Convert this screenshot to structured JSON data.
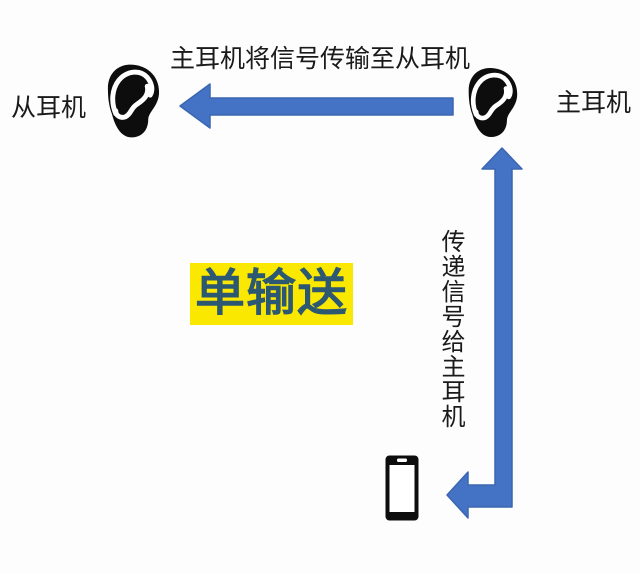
{
  "colors": {
    "background": "#fdfdfd",
    "arrow_fill": "#4472C4",
    "arrow_stroke": "#3B66B0",
    "highlight_yellow": "#FBE800",
    "note_text": "#2C5871",
    "icon_black": "#0D0D0D",
    "label_text": "#1A1A1A"
  },
  "top_flow": {
    "caption": "主耳机将信号传输至从耳机",
    "left_label": "从耳机",
    "right_label": "主耳机"
  },
  "center_note": {
    "text": "单输送"
  },
  "side_flow": {
    "caption": "传递信号给主耳机"
  },
  "icons": {
    "left_ear": "ear-icon",
    "right_ear": "ear-icon",
    "phone": "smartphone-icon",
    "top_arrow": "left-arrow-icon",
    "side_arrow": "up-left-elbow-arrow-icon"
  }
}
